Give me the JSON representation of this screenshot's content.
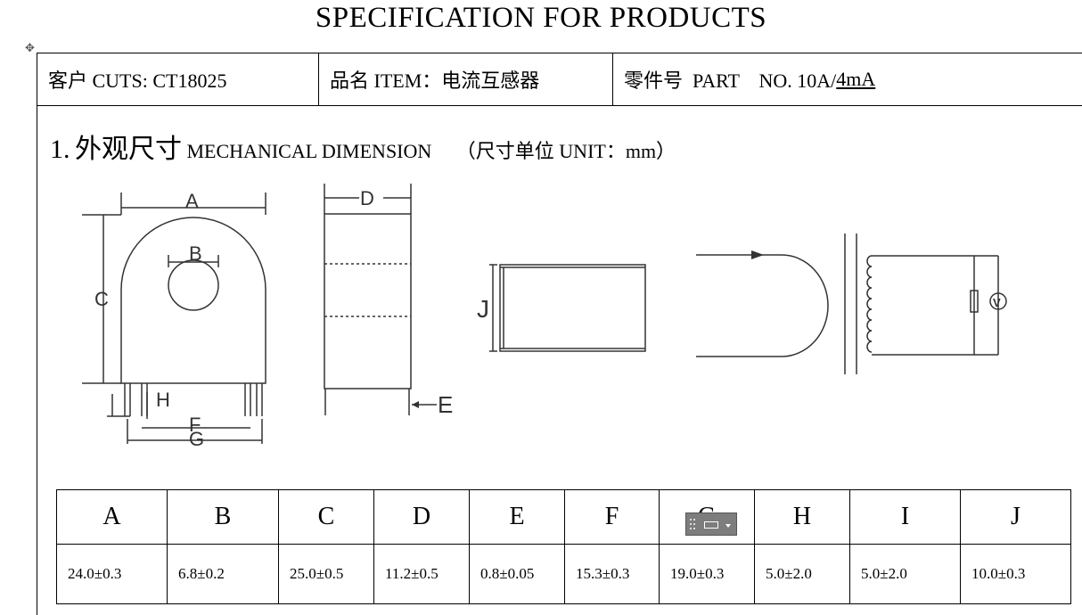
{
  "doc": {
    "title": "SPECIFICATION FOR PRODUCTS",
    "header": {
      "customer": "客户 CUTS: CT18025",
      "item": "品名  ITEM：电流互感器",
      "part_prefix": "零件号  PART    NO. 10A/",
      "part_underlined": "4mA"
    },
    "section": {
      "number": "1.",
      "cn_title": "外观尺寸",
      "en_title": "MECHANICAL DIMENSION",
      "unit": "（尺寸单位 UNIT：mm）"
    },
    "drawing_labels": {
      "A": "A",
      "B": "B",
      "C": "C",
      "D": "D",
      "E": "E",
      "F": "F",
      "G": "G",
      "H": "H",
      "J": "J",
      "V": "V"
    },
    "dimensions": [
      {
        "key": "A",
        "value": "24.0±0.3"
      },
      {
        "key": "B",
        "value": "6.8±0.2"
      },
      {
        "key": "C",
        "value": "25.0±0.5"
      },
      {
        "key": "D",
        "value": "11.2±0.5"
      },
      {
        "key": "E",
        "value": "0.8±0.05"
      },
      {
        "key": "F",
        "value": "15.3±0.3"
      },
      {
        "key": "G",
        "value": "19.0±0.3"
      },
      {
        "key": "H",
        "value": "5.0±2.0"
      },
      {
        "key": "I",
        "value": "5.0±2.0"
      },
      {
        "key": "J",
        "value": "10.0±0.3"
      }
    ]
  }
}
